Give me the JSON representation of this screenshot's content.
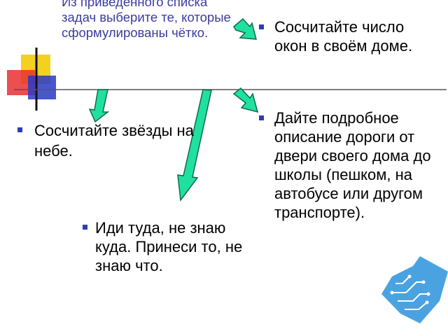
{
  "slide": {
    "title": "Из приведенного списка задач выберите те, которые сформулированы чётко.",
    "bullets": [
      "Сосчитайте число окон в своём доме.",
      "Дайте подробное описание дороги от двери своего дома до школы (пешком, на автобусе или другом транспорте).",
      "Сосчитайте звёзды на небе.",
      "Иди туда, не знаю куда. Принеси то, не знаю что."
    ]
  },
  "colors": {
    "title": "#3b3ba0",
    "bullet": "#2b3db8",
    "arrow_fill": "#20e0a0",
    "arrow_stroke": "#0e6b4a",
    "decor_red": "#e83030",
    "decor_yellow": "#f4d020",
    "decor_blue": "#2838c8",
    "watermark": "#4aa3e0"
  },
  "icons": [
    "arrow-icon",
    "corner-decoration",
    "watermark-logo"
  ]
}
